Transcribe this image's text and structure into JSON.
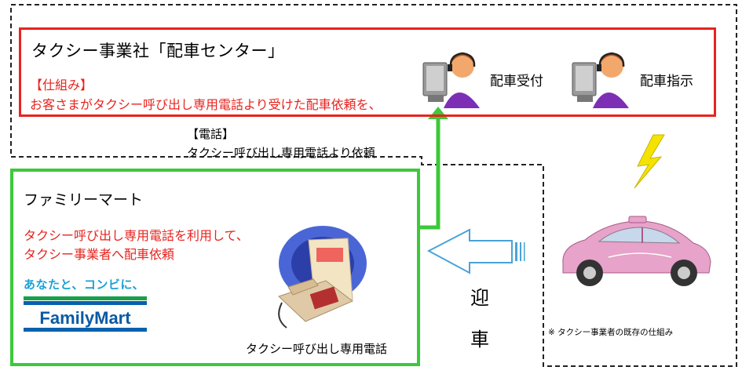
{
  "dispatch_center": {
    "title": "タクシー事業社「配車センター」",
    "mechanism_label": "【仕組み】",
    "mechanism_text": "お客さまがタクシー呼び出し専用電話より受けた配車依頼を、",
    "role_receive": "配車受付",
    "role_instruct": "配車指示"
  },
  "phone_request": {
    "label": "【電話】",
    "text": "タクシー呼び出し専用電話より依頼"
  },
  "familymart": {
    "title": "ファミリーマート",
    "line1": "タクシー呼び出し専用電話を利用して、",
    "line2": "タクシー事業者へ配車依頼",
    "logo_tagline": "あなたと、コンビに、",
    "logo_wordmark": "FamilyMart",
    "phone_caption": "タクシー呼び出し専用電話"
  },
  "pickup": {
    "char1": "迎",
    "char2": "車"
  },
  "note": "※ タクシー事業者の既存の仕組み",
  "colors": {
    "red": "#e8231e",
    "green": "#3cc93a",
    "taxi_pink": "#e7a3c9",
    "arrow_blue": "#4aa3d8",
    "lightning": "#f4e200"
  }
}
